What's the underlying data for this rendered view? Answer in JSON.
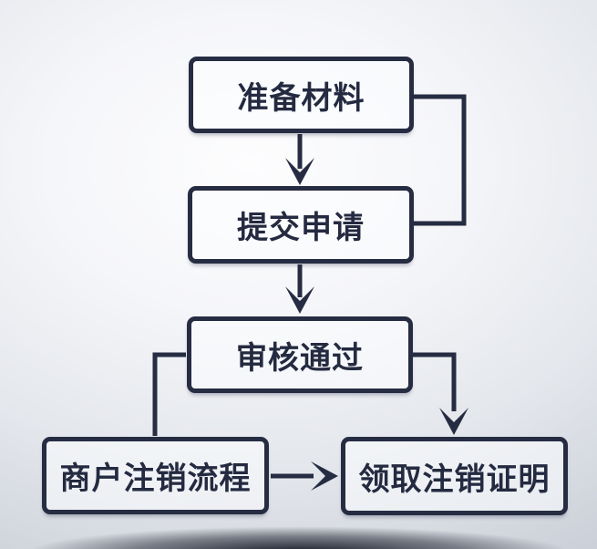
{
  "meta": {
    "kind": "flowchart",
    "language": "zh-CN",
    "title_visible": false
  },
  "colors": {
    "ink": "#262c42",
    "text": "#242a40",
    "background_center": "#fdfdfe",
    "background_edge": "#c5cad3",
    "floor_shadow": "#0a0d1a"
  },
  "diagram": {
    "nodes": [
      {
        "id": "prepare-materials",
        "label": "准备材料"
      },
      {
        "id": "submit-application",
        "label": "提交申请"
      },
      {
        "id": "review-approved",
        "label": "审核通过"
      },
      {
        "id": "merchant-cancellation-process",
        "label": "商户注销流程"
      },
      {
        "id": "receive-cancellation-certificate",
        "label": "领取注销证明"
      }
    ],
    "edges": [
      {
        "from": "prepare-materials",
        "to": "submit-application",
        "style": "arrow-down"
      },
      {
        "from": "prepare-materials",
        "to": "submit-application",
        "style": "bracket-right-no-arrow"
      },
      {
        "from": "submit-application",
        "to": "review-approved",
        "style": "arrow-down"
      },
      {
        "from": "merchant-cancellation-process",
        "to": "review-approved",
        "style": "elbow-line-no-arrow"
      },
      {
        "from": "review-approved",
        "to": "receive-cancellation-certificate",
        "style": "elbow-arrow-down"
      },
      {
        "from": "merchant-cancellation-process",
        "to": "receive-cancellation-certificate",
        "style": "arrow-right"
      }
    ]
  }
}
